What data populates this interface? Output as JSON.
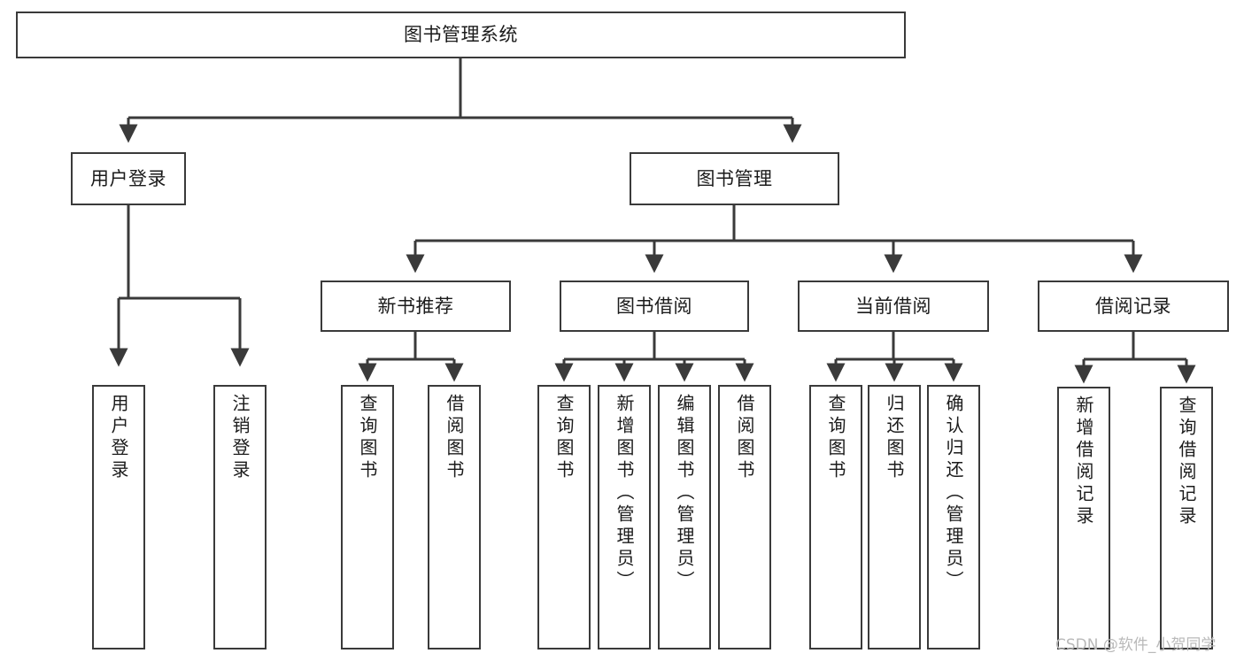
{
  "diagram": {
    "type": "tree",
    "title": "图书管理系统",
    "watermark": "CSDN @软件_小贺同学",
    "colors": {
      "box_border": "#3a3a3a",
      "box_fill": "#ffffff",
      "connector": "#3a3a3a",
      "text": "#1b1b1b",
      "watermark": "#b9b9b9",
      "background": "#ffffff"
    },
    "nodes": {
      "root": {
        "label": "图书管理系统"
      },
      "level2": [
        {
          "label": "用户登录"
        },
        {
          "label": "图书管理"
        }
      ],
      "level3": [
        {
          "label": "新书推荐"
        },
        {
          "label": "图书借阅"
        },
        {
          "label": "当前借阅"
        },
        {
          "label": "借阅记录"
        }
      ],
      "leaves": {
        "user_login": [
          {
            "label": "用户登录"
          },
          {
            "label": "注销登录"
          }
        ],
        "new_book_recommend": [
          {
            "label": "查询图书"
          },
          {
            "label": "借阅图书"
          }
        ],
        "book_borrow": [
          {
            "label": "查询图书"
          },
          {
            "label": "新增图书（管理员）"
          },
          {
            "label": "编辑图书（管理员）"
          },
          {
            "label": "借阅图书"
          }
        ],
        "current_borrow": [
          {
            "label": "查询图书"
          },
          {
            "label": "归还图书"
          },
          {
            "label": "确认归还（管理员）"
          }
        ],
        "borrow_record": [
          {
            "label": "新增借阅记录"
          },
          {
            "label": "查询借阅记录"
          }
        ]
      }
    }
  }
}
